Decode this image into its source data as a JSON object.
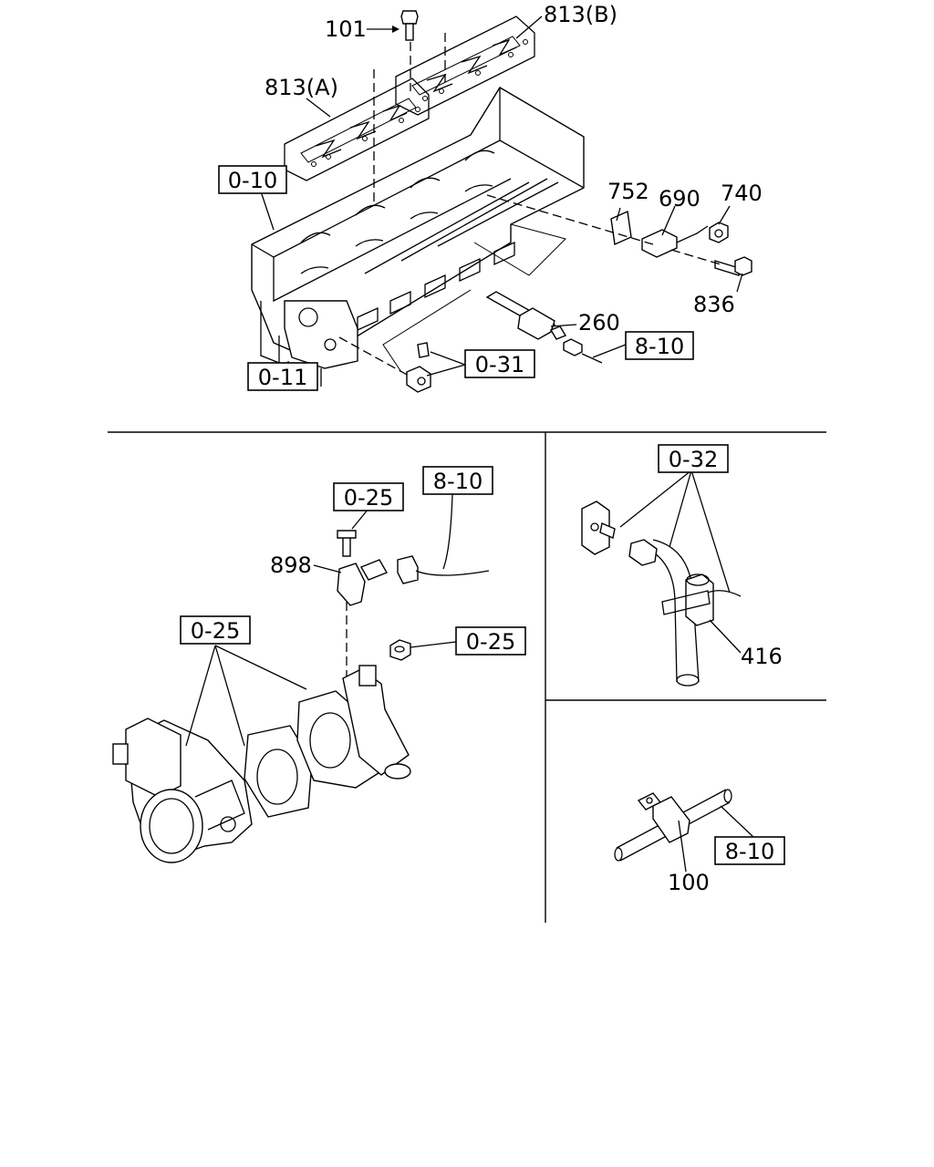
{
  "labels": {
    "top": {
      "p101": "101",
      "p813b": "813(B)",
      "p813a": "813(A)",
      "ref_o10": "0-10",
      "p752": "752",
      "p690": "690",
      "p740": "740",
      "p836": "836",
      "p260": "260",
      "ref_810": "8-10",
      "ref_o31": "0-31",
      "ref_o11": "0-11"
    },
    "bottom_left": {
      "ref_o25_bolt": "0-25",
      "ref_810": "8-10",
      "p898": "898",
      "ref_o25_group": "0-25",
      "ref_o25_nut": "0-25"
    },
    "right_top": {
      "ref_o32": "0-32",
      "p416": "416"
    },
    "right_bottom": {
      "ref_810": "8-10",
      "p100": "100"
    }
  }
}
